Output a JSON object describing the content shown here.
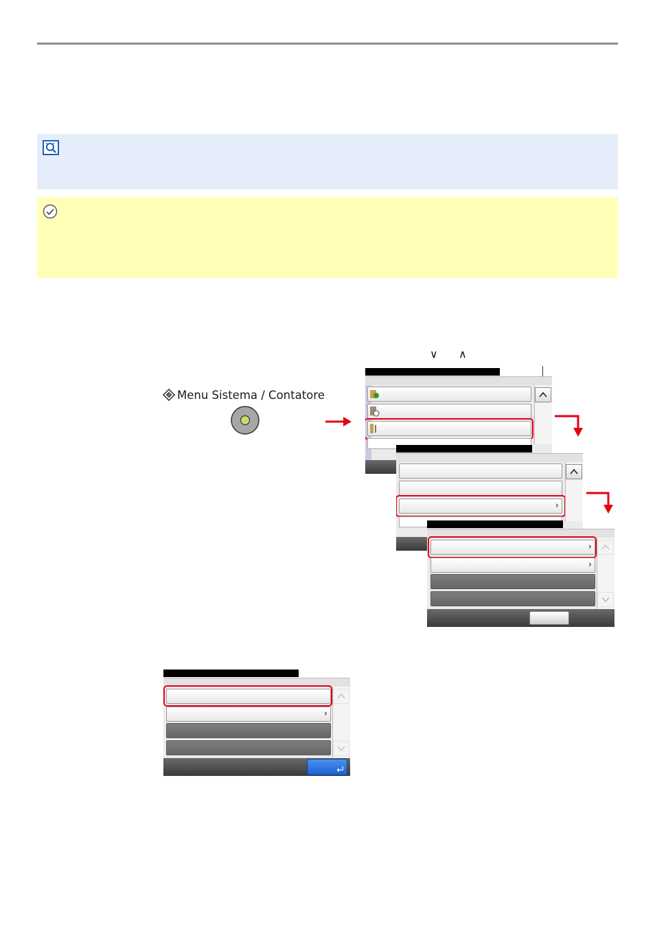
{
  "panel_key": {
    "label": "Menu Sistema / Contatore"
  },
  "colors": {
    "note_background": "#e6edfa",
    "check_background": "#ffffb7",
    "highlight_red": "#e60012",
    "ok_button_blue": "#1a62d8"
  },
  "icons": {
    "note": "note-magnifier-icon",
    "check": "checkmark-circle-icon",
    "key": "system-menu-icon",
    "arrow": "red-arrow-icon",
    "scroll_up": "chevron-up-icon",
    "scroll_down": "chevron-down-icon",
    "row_next": "chevron-right-icon",
    "enter": "enter-icon"
  },
  "scroll_hint_glyphs": [
    "∨",
    "∧"
  ],
  "screen_1": {
    "row_count": 3,
    "highlighted_row": 3
  },
  "screen_2": {
    "row_count": 3,
    "highlighted_row": 3
  },
  "screen_3": {
    "row_count": 4,
    "highlighted_row": 1
  },
  "screen_4": {
    "row_count": 4,
    "highlighted_row": 1
  }
}
